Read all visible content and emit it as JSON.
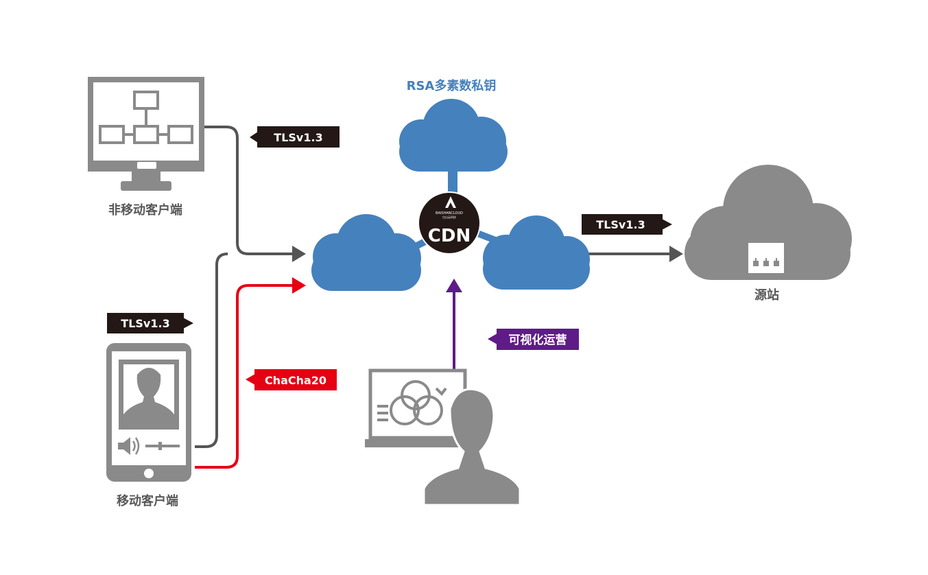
{
  "title": "RSA多素数私钥",
  "center": {
    "label": "CDN",
    "logo_text": "BAISHANCLOUD",
    "logo_subtext": "白山云科技"
  },
  "nodes": {
    "desktop": {
      "label": "非移动客户端"
    },
    "mobile": {
      "label": "移动客户端"
    },
    "origin": {
      "label": "源站"
    }
  },
  "tags": {
    "desktop_tls": "TLSv1.3",
    "mobile_tls": "TLSv1.3",
    "origin_tls": "TLSv1.3",
    "mobile_cipher": "ChaCha20",
    "ops": "可视化运营"
  },
  "colors": {
    "cloud_blue": "#4581bd",
    "gray": "#8a8a8a",
    "dark": "#231815",
    "red": "#e60012",
    "purple": "#5f1b87",
    "line_gray": "#555555"
  }
}
